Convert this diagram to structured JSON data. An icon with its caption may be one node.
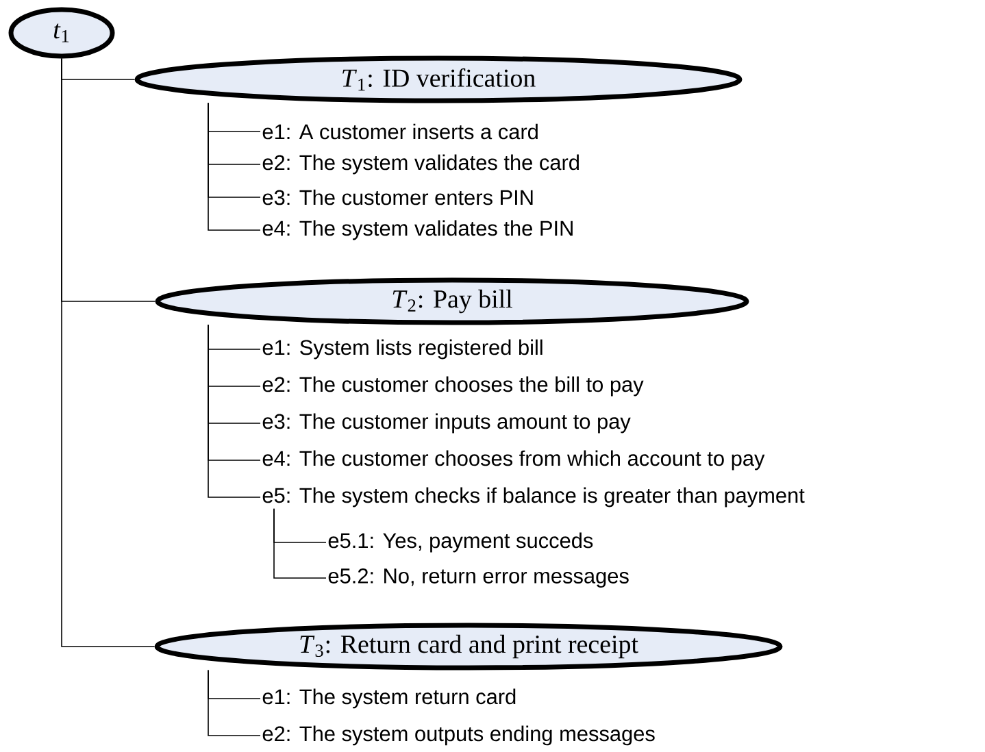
{
  "diagram": {
    "nodes": [
      {
        "text": [
          "*t*$_{1}$"
        ]
      },
      {
        "text": [
          "*T*$_{1}$: ID verification"
        ]
      },
      {
        "text": [
          "e1: A customer inserts a card"
        ]
      },
      {
        "text": [
          "e2: The system validates the card"
        ]
      },
      {
        "text": [
          "e3: The customer enters PIN"
        ]
      },
      {
        "text": [
          "e4: The system validates the PIN"
        ]
      },
      {
        "text": [
          "*T*$_{2}$: Pay bill"
        ]
      },
      {
        "text": [
          "e1: System lists registered bill"
        ]
      },
      {
        "text": [
          "e2: The customer chooses the bill to pay"
        ]
      },
      {
        "text": [
          "e3: The customer inputs amount to pay"
        ]
      },
      {
        "text": [
          "e4: The customer chooses from which account to pay"
        ]
      },
      {
        "text": [
          "e5: The system checks if balance is greater than payment"
        ]
      },
      {
        "text": [
          "e5.1: Yes, payment succeds"
        ]
      },
      {
        "text": [
          "e5.2: No, return error messages"
        ]
      },
      {
        "text": [
          "*T*$_{3}$: Return card and print receipt"
        ]
      },
      {
        "text": [
          "e1: The system return card"
        ]
      },
      {
        "text": [
          "e2: The system outputs ending messages"
        ]
      }
    ],
    "edges": [
      {
        "from": 0,
        "to": 1,
        "arrow": "none"
      },
      {
        "from": 1,
        "to": 2,
        "arrow": "none"
      },
      {
        "from": 1,
        "to": 3,
        "arrow": "none"
      },
      {
        "from": 1,
        "to": 4,
        "arrow": "none"
      },
      {
        "from": 1,
        "to": 5,
        "arrow": "none"
      },
      {
        "from": 0,
        "to": 6,
        "arrow": "none"
      },
      {
        "from": 6,
        "to": 7,
        "arrow": "none"
      },
      {
        "from": 6,
        "to": 8,
        "arrow": "none"
      },
      {
        "from": 6,
        "to": 9,
        "arrow": "none"
      },
      {
        "from": 6,
        "to": 10,
        "arrow": "none"
      },
      {
        "from": 6,
        "to": 11,
        "arrow": "none"
      },
      {
        "from": 11,
        "to": 12,
        "arrow": "none"
      },
      {
        "from": 11,
        "to": 13,
        "arrow": "none"
      },
      {
        "from": 0,
        "to": 14,
        "arrow": "none"
      },
      {
        "from": 14,
        "to": 15,
        "arrow": "none"
      },
      {
        "from": 14,
        "to": 16,
        "arrow": "none"
      }
    ]
  }
}
